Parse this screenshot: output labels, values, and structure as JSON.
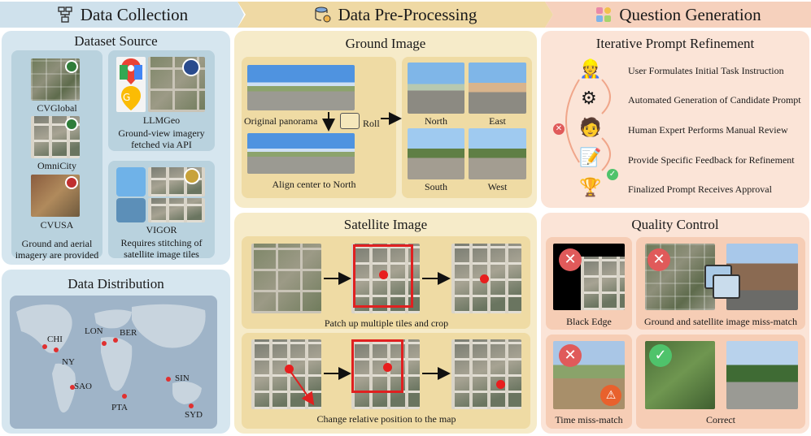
{
  "headers": {
    "collection": "Data Collection",
    "preprocessing": "Data Pre-Processing",
    "question": "Question Generation"
  },
  "dataset_source": {
    "title": "Dataset Source",
    "cvglobal": "CVGlobal",
    "omnicity": "OmniCity",
    "cvusa": "CVUSA",
    "left_caption": "Ground and aerial imagery are provided",
    "llmgeo": "LLMGeo",
    "llmgeo_caption": "Ground-view imagery fetched via API",
    "vigor": "VIGOR",
    "vigor_caption": "Requires stitching of satellite image tiles"
  },
  "data_distribution": {
    "title": "Data Distribution",
    "cities": [
      "CHI",
      "NY",
      "LON",
      "BER",
      "SAO",
      "PTA",
      "SIN",
      "SYD"
    ]
  },
  "ground_image": {
    "title": "Ground Image",
    "original": "Original panorama",
    "roll": "Roll",
    "align": "Align center to North",
    "north": "North",
    "east": "East",
    "south": "South",
    "west": "West"
  },
  "satellite_image": {
    "title": "Satellite Image",
    "patch_caption": "Patch up multiple tiles and crop",
    "position_caption": "Change relative position to the map"
  },
  "prompt_refinement": {
    "title": "Iterative Prompt Refinement",
    "steps": [
      "User Formulates Initial Task Instruction",
      "Automated Generation of Candidate Prompt",
      "Human Expert Performs Manual Review",
      "Provide Specific Feedback for Refinement",
      "Finalized Prompt Receives Approval"
    ]
  },
  "quality_control": {
    "title": "Quality Control",
    "black_edge": "Black Edge",
    "mismatch": "Ground and satellite image miss-match",
    "time": "Time miss-match",
    "correct": "Correct"
  },
  "colors": {
    "blue_header": "#cfe1ec",
    "sand_header": "#efd9a4",
    "peach_header": "#f6d1bd",
    "marker_red": "#e02020",
    "check_green": "#4fc36b"
  }
}
